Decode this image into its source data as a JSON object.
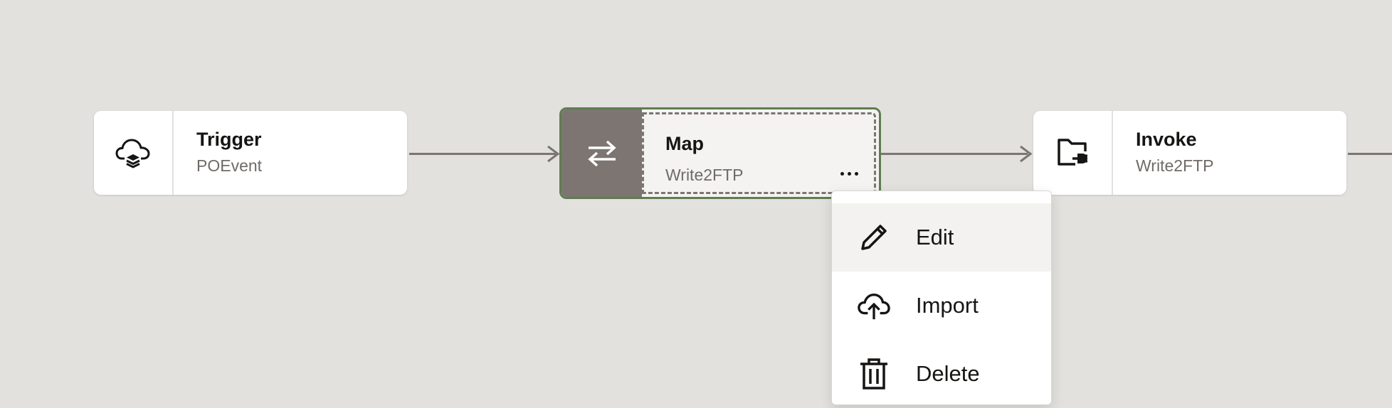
{
  "flow": {
    "nodes": [
      {
        "title": "Trigger",
        "subtitle": "POEvent",
        "icon": "cloud-stack-icon"
      },
      {
        "title": "Map",
        "subtitle": "Write2FTP",
        "icon": "swap-arrows-icon",
        "selected": true,
        "more_icon": "more-options-icon"
      },
      {
        "title": "Invoke",
        "subtitle": "Write2FTP",
        "icon": "folder-plug-icon"
      }
    ]
  },
  "context_menu": {
    "items": [
      {
        "label": "Edit",
        "icon": "pencil-icon",
        "highlighted": true
      },
      {
        "label": "Import",
        "icon": "cloud-upload-icon"
      },
      {
        "label": "Delete",
        "icon": "trash-icon"
      }
    ]
  },
  "colors": {
    "canvas_background": "#e2e1de",
    "selected_border": "#5f7d4f",
    "map_icon_background": "#7c7571",
    "connector": "#7c7571"
  }
}
